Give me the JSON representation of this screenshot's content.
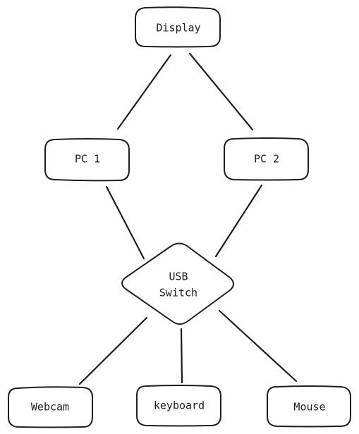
{
  "diagram": {
    "nodes": {
      "display": {
        "label": "Display"
      },
      "pc1": {
        "label": "PC 1"
      },
      "pc2": {
        "label": "PC 2"
      },
      "usb_switch": {
        "label_line1": "USB",
        "label_line2": "Switch"
      },
      "webcam": {
        "label": "Webcam"
      },
      "keyboard": {
        "label": "keyboard"
      },
      "mouse": {
        "label": "Mouse"
      }
    },
    "edges": [
      {
        "from": "display",
        "to": "pc1"
      },
      {
        "from": "display",
        "to": "pc2"
      },
      {
        "from": "pc1",
        "to": "usb_switch"
      },
      {
        "from": "pc2",
        "to": "usb_switch"
      },
      {
        "from": "usb_switch",
        "to": "webcam"
      },
      {
        "from": "usb_switch",
        "to": "keyboard"
      },
      {
        "from": "usb_switch",
        "to": "mouse"
      }
    ]
  }
}
